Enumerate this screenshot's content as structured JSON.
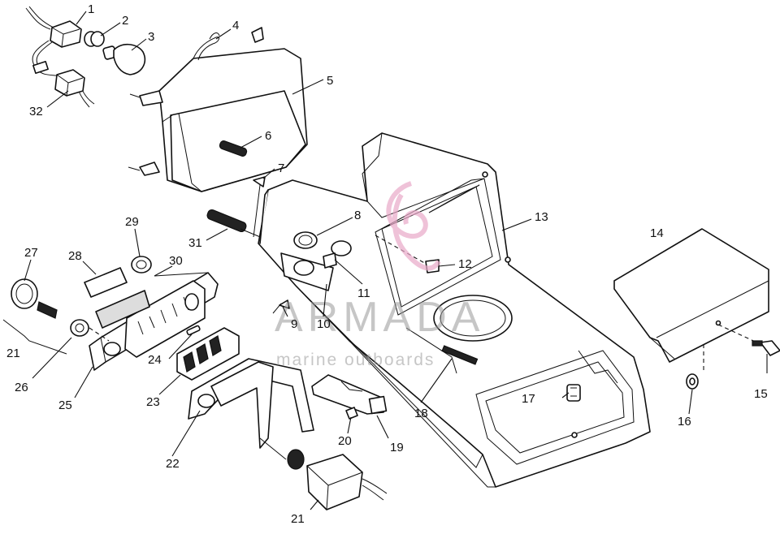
{
  "diagram": {
    "callouts": [
      {
        "id": "c1",
        "text": "1"
      },
      {
        "id": "c2",
        "text": "2"
      },
      {
        "id": "c3",
        "text": "3"
      },
      {
        "id": "c4",
        "text": "4"
      },
      {
        "id": "c5",
        "text": "5"
      },
      {
        "id": "c6",
        "text": "6"
      },
      {
        "id": "c7",
        "text": "7"
      },
      {
        "id": "c8",
        "text": "8"
      },
      {
        "id": "c9",
        "text": "9"
      },
      {
        "id": "c10",
        "text": "10"
      },
      {
        "id": "c11",
        "text": "11"
      },
      {
        "id": "c12",
        "text": "12"
      },
      {
        "id": "c13",
        "text": "13"
      },
      {
        "id": "c14",
        "text": "14"
      },
      {
        "id": "c15",
        "text": "15"
      },
      {
        "id": "c16",
        "text": "16"
      },
      {
        "id": "c17",
        "text": "17"
      },
      {
        "id": "c18",
        "text": "18"
      },
      {
        "id": "c19",
        "text": "19"
      },
      {
        "id": "c20",
        "text": "20"
      },
      {
        "id": "c21a",
        "text": "21"
      },
      {
        "id": "c21b",
        "text": "21"
      },
      {
        "id": "c22",
        "text": "22"
      },
      {
        "id": "c23",
        "text": "23"
      },
      {
        "id": "c24",
        "text": "24"
      },
      {
        "id": "c25",
        "text": "25"
      },
      {
        "id": "c26",
        "text": "26"
      },
      {
        "id": "c27",
        "text": "27"
      },
      {
        "id": "c28",
        "text": "28"
      },
      {
        "id": "c29",
        "text": "29"
      },
      {
        "id": "c30",
        "text": "30"
      },
      {
        "id": "c31",
        "text": "31"
      },
      {
        "id": "c32",
        "text": "32"
      }
    ]
  },
  "watermark": {
    "title": "ARMADA",
    "subtitle": "marine outboards",
    "logo_color": "#e8a8c8"
  }
}
